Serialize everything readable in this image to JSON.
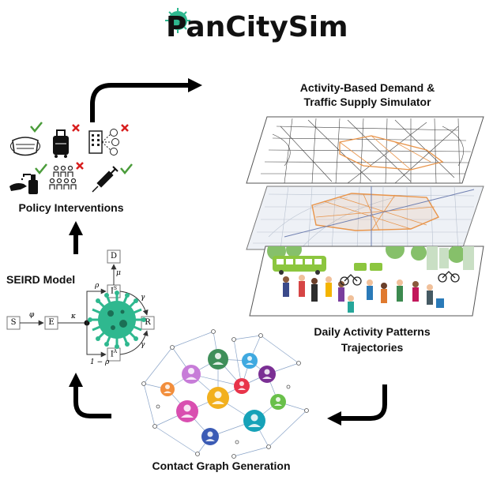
{
  "title": {
    "first_letter": "P",
    "rest": "anCitySim"
  },
  "labels": {
    "simulator": "Activity-Based Demand &\nTraffic Supply Simulator",
    "policy": "Policy Interventions",
    "seird": "SEIRD Model",
    "daily": "Daily Activity Patterns\nTrajectories",
    "contact": "Contact Graph Generation"
  },
  "seird": {
    "compartments": {
      "s": "S",
      "e": "E",
      "is": "I",
      "is_sup": "S",
      "ia": "I",
      "ia_sup": "A",
      "r": "R",
      "d": "D"
    },
    "rates": {
      "phi": "φ",
      "kappa": "κ",
      "rho": "ρ",
      "one_minus_rho": "1 − ρ",
      "gamma_top": "γ",
      "gamma_bottom": "γ",
      "mu": "μ"
    }
  },
  "policy_items": [
    {
      "icon": "mask-icon",
      "status": "allowed"
    },
    {
      "icon": "luggage-icon",
      "status": "denied"
    },
    {
      "icon": "office-network-icon",
      "status": "denied"
    },
    {
      "icon": "hand-sanitizer-icon",
      "status": "allowed"
    },
    {
      "icon": "crowd-icon",
      "status": "denied"
    },
    {
      "icon": "vaccine-syringe-icon",
      "status": "allowed"
    }
  ],
  "colors": {
    "virus": "#2fb88f",
    "check": "#4a9c3a",
    "cross": "#d81e1e",
    "arrow": "#000000",
    "map_route": "#e8944a"
  }
}
